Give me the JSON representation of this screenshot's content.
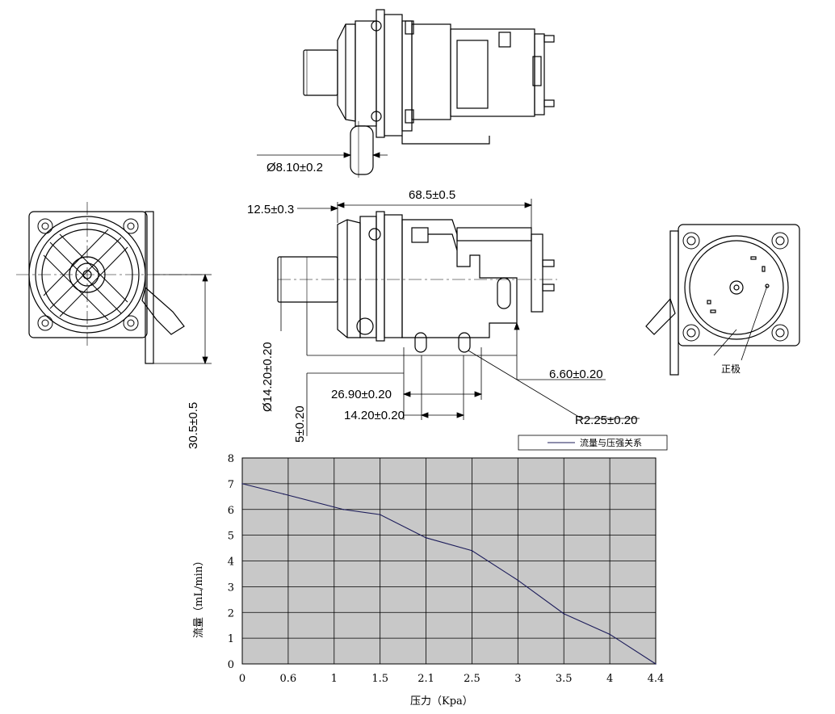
{
  "dimensions": {
    "outlet_diameter": "Ø8.10±0.2",
    "inlet_offset": "12.5±0.3",
    "body_length": "68.5±0.5",
    "inlet_diameter": "Ø14.20±0.20",
    "height": "30.5±0.5",
    "mount_offset": "5±0.20",
    "hole_spacing_a": "26.90±0.20",
    "hole_spacing_b": "14.20±0.20",
    "hole_offset": "6.60±0.20",
    "slot_radius": "R2.25±0.20"
  },
  "labels": {
    "positive_terminal": "正极"
  },
  "chart_data": {
    "type": "line",
    "legend": "流量与压强关系",
    "legend_position": "top-right",
    "xlabel": "压力（Kpa）",
    "ylabel": "流量（mL/min）",
    "x_ticks": [
      "0",
      "0.6",
      "1",
      "1.5",
      "2.1",
      "2.5",
      "3",
      "3.5",
      "4",
      "4.4"
    ],
    "y_ticks": [
      0,
      1,
      2,
      3,
      4,
      5,
      6,
      7,
      8
    ],
    "ylim": [
      0,
      8
    ],
    "grid": true,
    "series": [
      {
        "name": "流量与压强关系",
        "tick_index": [
          0,
          0.9,
          2.2,
          3,
          4,
          5,
          6,
          7,
          8,
          9
        ],
        "values": [
          7.0,
          6.6,
          6.0,
          5.8,
          4.9,
          4.4,
          3.25,
          1.95,
          1.15,
          0.0
        ],
        "color": "#1c1c5a"
      }
    ],
    "plot_background": "#c8c8c8"
  }
}
